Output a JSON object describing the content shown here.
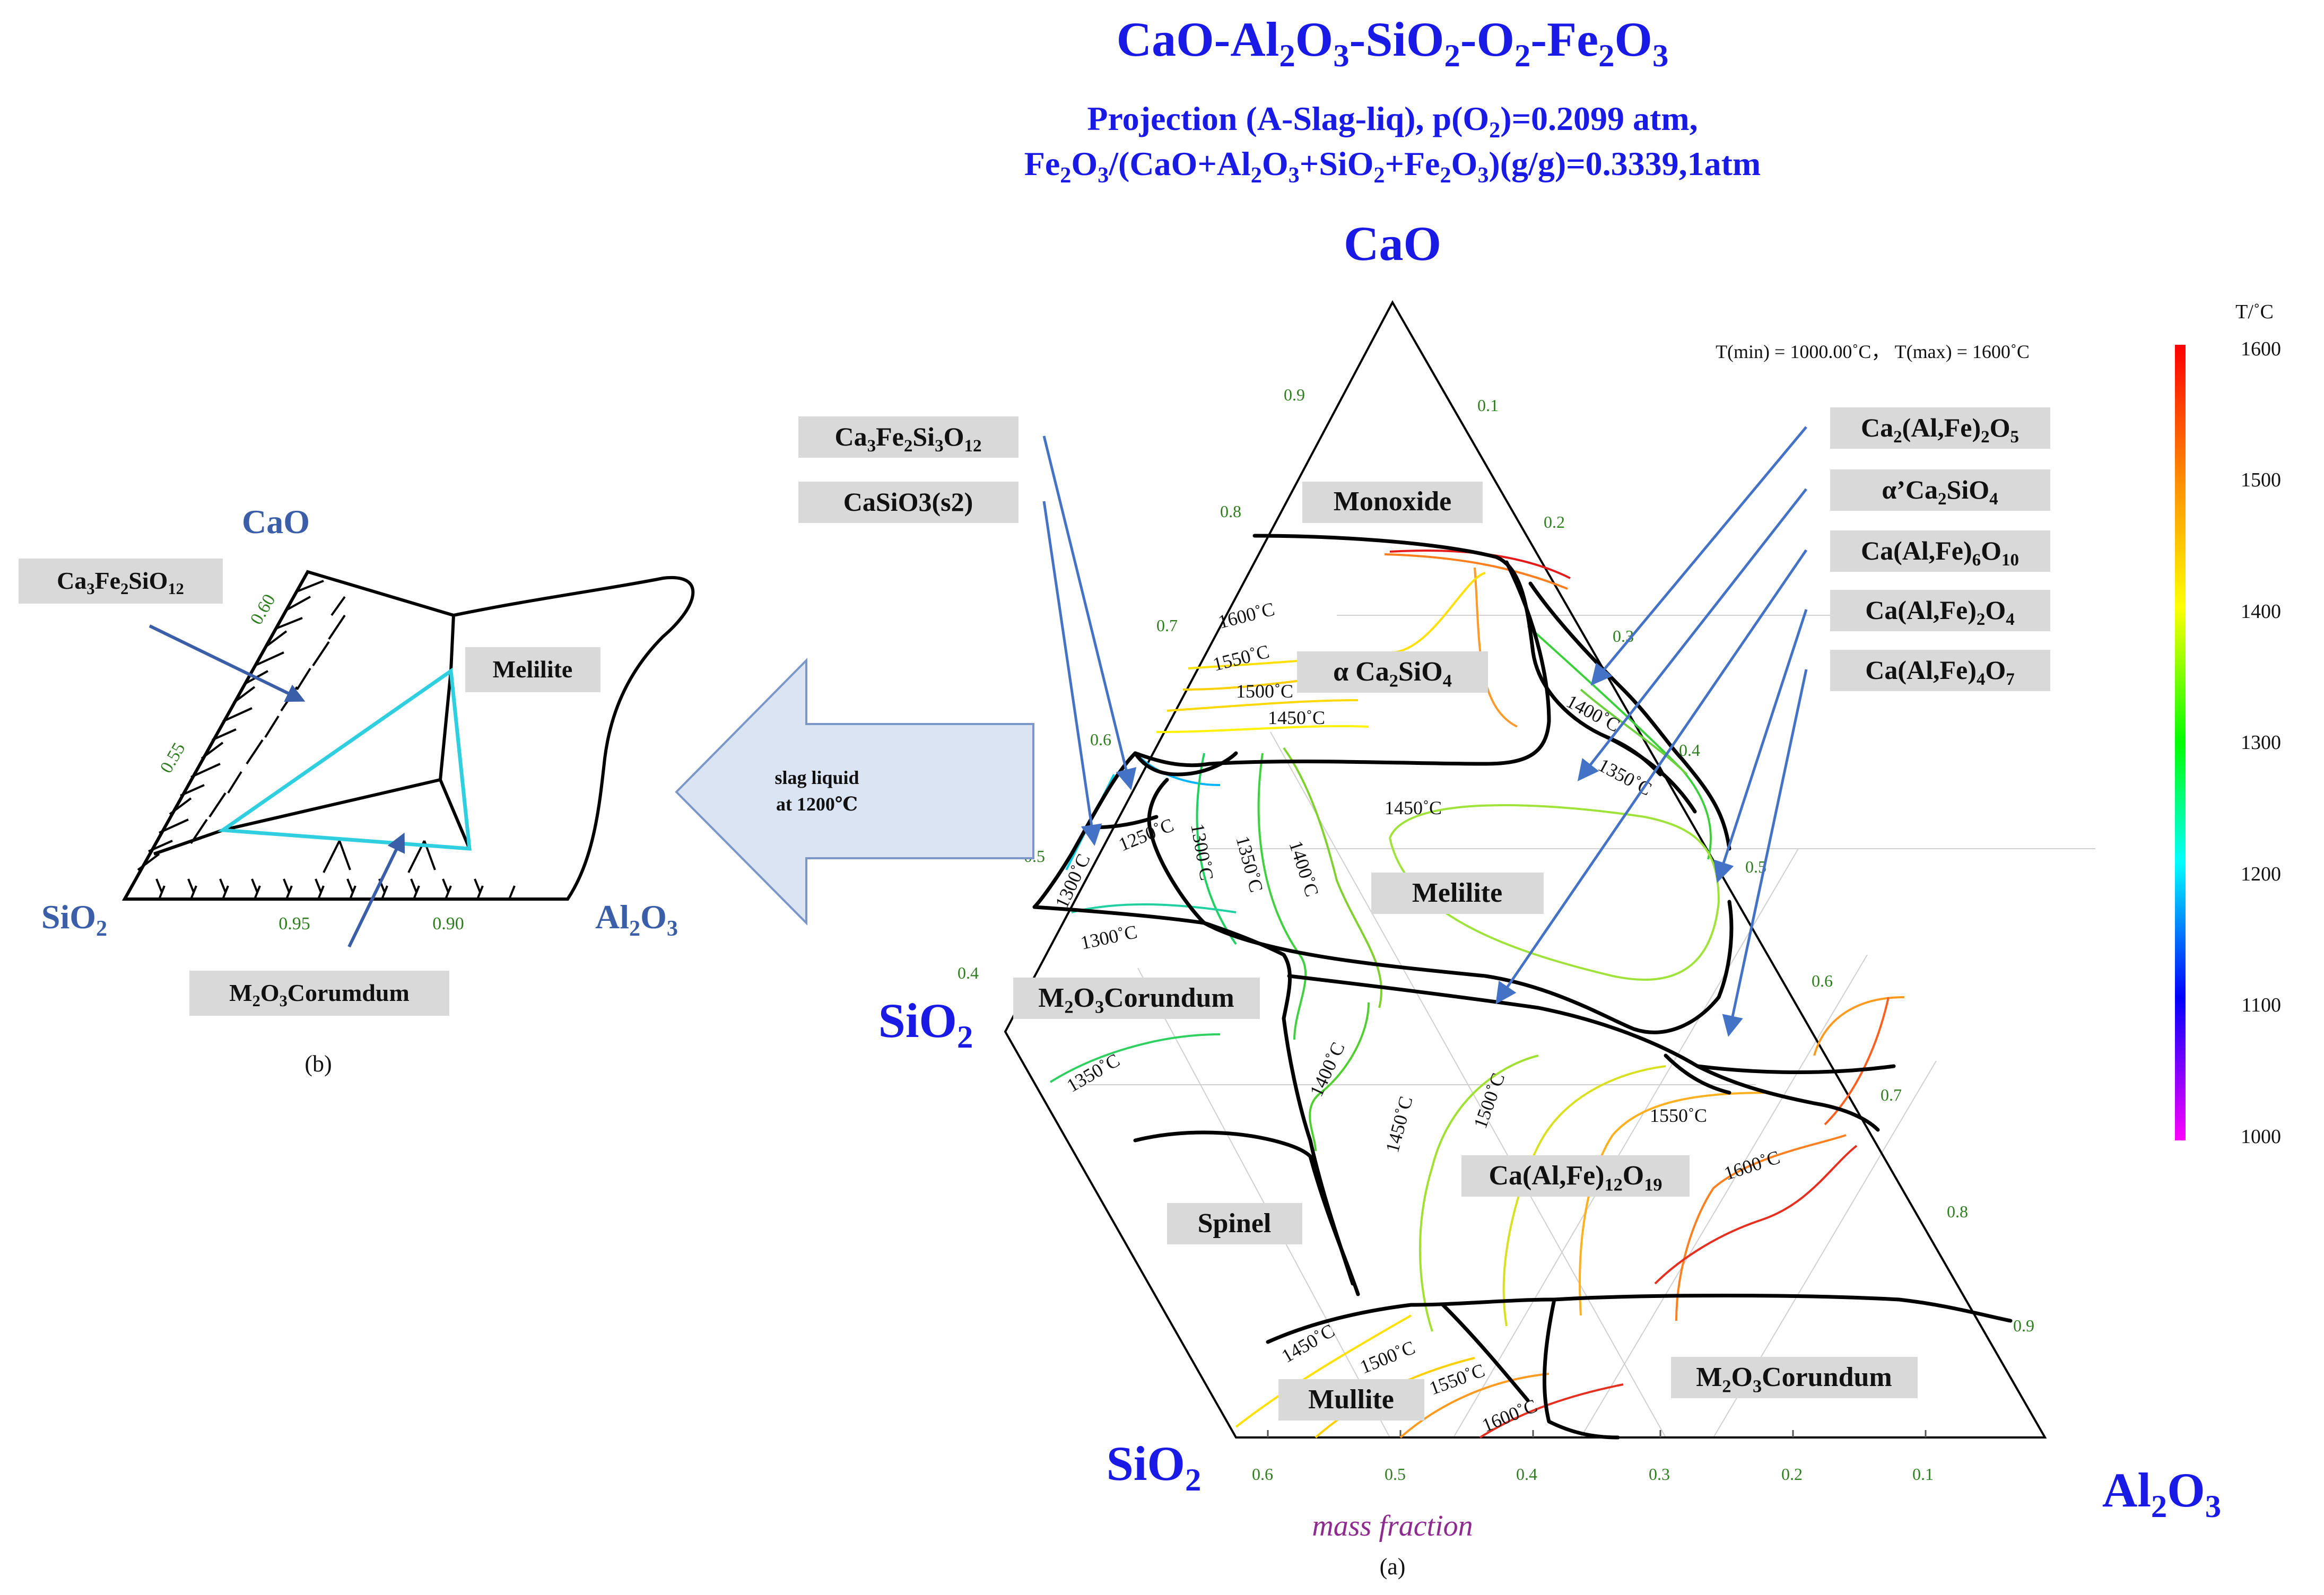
{
  "title": {
    "main_parts": [
      "CaO-Al",
      "2",
      "O",
      "3",
      "-SiO",
      "2",
      "-O",
      "2",
      "-Fe",
      "2",
      "O",
      "3"
    ],
    "line1_parts": [
      "Projection (A-Slag-liq), p(O",
      "2",
      ")=0.2099 atm,"
    ],
    "line2_parts": [
      "Fe",
      "2",
      "O",
      "3",
      "/(CaO+Al",
      "2",
      "O",
      "3",
      "+SiO",
      "2",
      "+Fe",
      "2",
      "O",
      "3",
      ")(g/g)=0.3339,1atm"
    ]
  },
  "panel_a": {
    "corners": {
      "top": "CaO",
      "left_parts": [
        "SiO",
        "2"
      ],
      "bottom_left_parts": [
        "SiO",
        "2"
      ],
      "bottom_right_parts": [
        "Al",
        "2",
        "O",
        "3"
      ]
    },
    "tmin_tmax": "T(min) = 1000.00˚C， T(max) = 1600˚C",
    "phases": {
      "monoxide": "Monoxide",
      "alpha_ca2sio4_parts": [
        "α Ca",
        "2",
        "SiO",
        "4"
      ],
      "melilite": "Melilite",
      "m2o3_corundum_upper_parts": [
        "M",
        "2",
        "O",
        "3",
        "Corundum"
      ],
      "ca_al_fe_12_o19_parts": [
        "Ca(Al,Fe)",
        "12",
        "O",
        "19"
      ],
      "spinel": "Spinel",
      "mullite": "Mullite",
      "m2o3_corundum_lower_parts": [
        "M",
        "2",
        "O",
        "3",
        "Corundum"
      ]
    },
    "callouts": {
      "ca3fe2si3o12_parts": [
        "Ca",
        "3",
        "Fe",
        "2",
        "Si",
        "3",
        "O",
        "12"
      ],
      "casio3_s2": "CaSiO3(s2)",
      "ca2_alfe2_o5_parts": [
        "Ca",
        "2",
        "(Al,Fe)",
        "2",
        "O",
        "5"
      ],
      "alpha_prime_ca2sio4_parts": [
        "α’Ca",
        "2",
        "SiO",
        "4"
      ],
      "ca_alfe6_o10_parts": [
        "Ca(Al,Fe)",
        "6",
        "O",
        "10"
      ],
      "ca_alfe2_o4_parts": [
        "Ca(Al,Fe)",
        "2",
        "O",
        "4"
      ],
      "ca_alfe4_o7_parts": [
        "Ca(Al,Fe)",
        "4",
        "O",
        "7"
      ]
    },
    "isotherm_labels": {
      "i1600_upper": "1600˚C",
      "i1550_upper": "1550˚C",
      "i1500_upper": "1500˚C",
      "i1450_upper": "1450˚C",
      "i1400_right": "1400˚C",
      "i1350_right": "1350˚C",
      "i1450_melilite": "1450˚C",
      "i1250": "1250˚C",
      "i1300_left": "1300˚C",
      "i1300_mid": "1300˚C",
      "i1350_mid": "1350˚C",
      "i1400_mid": "1400˚C",
      "i1300_low": "1300˚C",
      "i1350_low": "1350˚C",
      "i1400_low": "1400˚C",
      "i1450_low": "1450˚C",
      "i1500_low": "1500˚C",
      "i1550_low": "1550˚C",
      "i1600_low": "1600˚C",
      "i1450_bottom": "1450˚C",
      "i1500_bottom": "1500˚C",
      "i1550_bottom": "1550˚C",
      "i1600_bottom": "1600˚C"
    },
    "ticks_bottom": [
      "0.6",
      "0.5",
      "0.4",
      "0.3",
      "0.2",
      "0.1"
    ],
    "ticks_left": [
      "0.9",
      "0.8",
      "0.7",
      "0.6",
      "0.5",
      "0.4"
    ],
    "ticks_right": [
      "0.1",
      "0.2",
      "0.3",
      "0.4",
      "0.5",
      "0.6",
      "0.7",
      "0.8",
      "0.9"
    ],
    "mass_fraction": "mass fraction",
    "caption": "(a)"
  },
  "colorbar": {
    "unit": "T/˚C",
    "ticks": [
      "1600",
      "1500",
      "1400",
      "1300",
      "1200",
      "1100",
      "1000"
    ],
    "colors": [
      "#ff0000",
      "#ff7f00",
      "#ffff00",
      "#00ff00",
      "#00ffff",
      "#0000ff",
      "#ff00ff"
    ]
  },
  "slag_arrow": {
    "line1": "slag liquid",
    "line2": "at 1200℃"
  },
  "panel_b": {
    "corners": {
      "top": "CaO",
      "left_parts": [
        "SiO",
        "2"
      ],
      "right_parts": [
        "Al",
        "2",
        "O",
        "3"
      ]
    },
    "phases": {
      "ca3fe2sio12_parts": [
        "Ca",
        "3",
        "Fe",
        "2",
        "SiO",
        "12"
      ],
      "melilite": "Melilite",
      "m2o3_corumdum_parts": [
        "M",
        "2",
        "O",
        "3",
        "Corumdum"
      ]
    },
    "ticks_left": [
      "0.60",
      "0.55"
    ],
    "ticks_bottom": [
      "0.95",
      "0.90"
    ],
    "caption": "(b)"
  }
}
